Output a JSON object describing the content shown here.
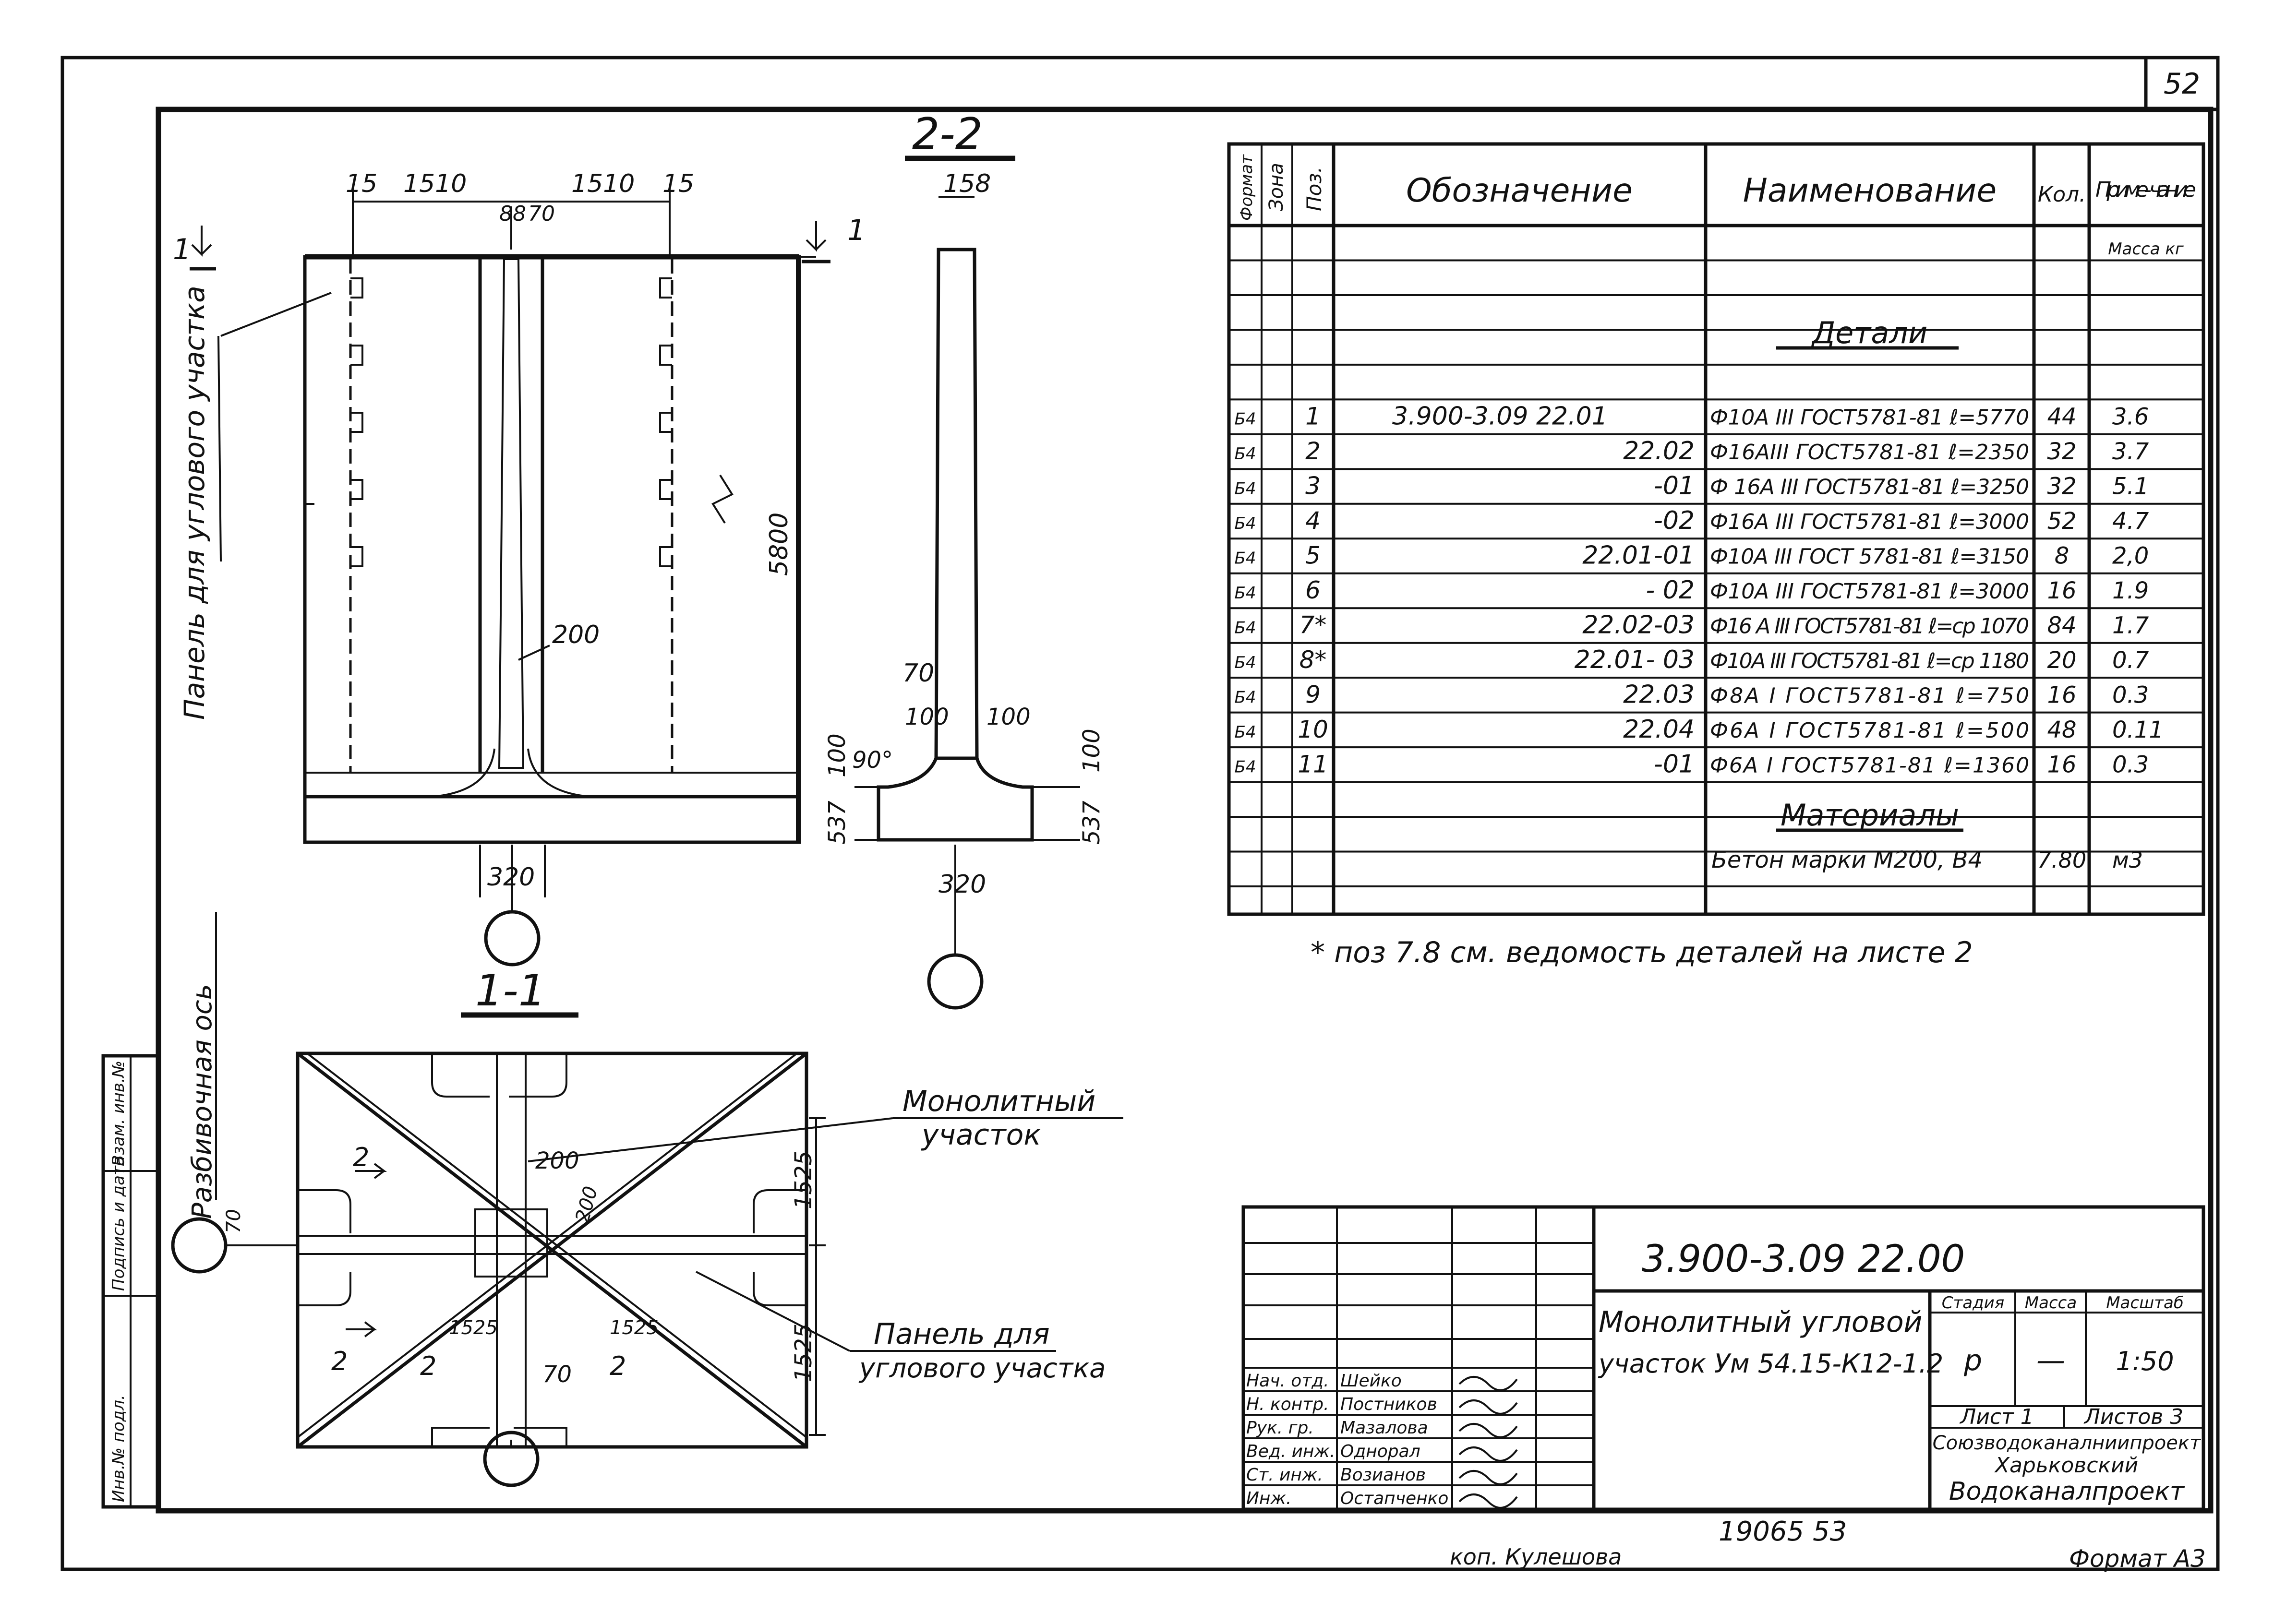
{
  "sheet": {
    "sheet_no": "52",
    "archive_no": "19065   53",
    "copied_by": "коп. Кулешова",
    "format": "Формат А3"
  },
  "side_stamp": {
    "inv_no": "Инв.№ подл.",
    "sign_date": "Подпись и дата",
    "replace_inv": "Взам. инв.№"
  },
  "drawing": {
    "section_1_1": "1-1",
    "section_2_2": "2-2",
    "cut_marker_1": "1",
    "cut_marker_2": "2",
    "panel_label": "Панель для углового участка",
    "panel_label_line1": "Панель для",
    "panel_label_line2": "углового участка",
    "axis_label": "Разбивочная ось",
    "monolith_label_line1": "Монолитный",
    "monolith_label_line2": "участок",
    "dims": {
      "d15a": "15",
      "d1510a": "1510",
      "d1510b": "1510",
      "d15b": "15",
      "d88": "88",
      "d70a": "70",
      "d5800": "5800",
      "d200a": "200",
      "d320a": "320",
      "d537a": "537",
      "d100a": "100",
      "d158": "158",
      "d70b": "70",
      "d100b": "100",
      "d100c": "100",
      "d90": "90°",
      "d100d": "100",
      "d537b": "537",
      "d320b": "320",
      "d200b": "200",
      "d200c": "200",
      "d1525a": "1525",
      "d1525b": "1525",
      "d1525c": "1525",
      "d1525d": "1525",
      "d70c": "70",
      "d70d": "70"
    }
  },
  "spec_table": {
    "headers": {
      "format": "Формат",
      "zone": "Зона",
      "pos": "Поз.",
      "designation": "Обозначение",
      "name": "Наименование",
      "qty": "Кол.",
      "note": "Приме- чание",
      "note_unit": "Масса кг"
    },
    "section_details": "Детали",
    "section_materials": "Материалы",
    "rows": [
      {
        "fmt": "Б4",
        "pos": "1",
        "designation": "3.900-3.09  22.01",
        "name": "Ф10А III ГОСТ5781-81 ℓ=5770",
        "qty": "44",
        "note": "3.6"
      },
      {
        "fmt": "Б4",
        "pos": "2",
        "designation": "22.02",
        "name": "Ф16АIII ГОСТ5781-81 ℓ=2350",
        "qty": "32",
        "note": "3.7"
      },
      {
        "fmt": "Б4",
        "pos": "3",
        "designation": "-01",
        "name": "Ф 16А III ГОСТ5781-81 ℓ=3250",
        "qty": "32",
        "note": "5.1"
      },
      {
        "fmt": "Б4",
        "pos": "4",
        "designation": "-02",
        "name": "Ф16А III ГОСТ5781-81 ℓ=3000",
        "qty": "52",
        "note": "4.7"
      },
      {
        "fmt": "Б4",
        "pos": "5",
        "designation": "22.01-01",
        "name": "Ф10А III ГОСТ 5781-81 ℓ=3150",
        "qty": "8",
        "note": "2,0"
      },
      {
        "fmt": "Б4",
        "pos": "6",
        "designation": "- 02",
        "name": "Ф10А III ГОСТ5781-81 ℓ=3000",
        "qty": "16",
        "note": "1.9"
      },
      {
        "fmt": "Б4",
        "pos": "7*",
        "designation": "22.02-03",
        "name": "Ф16 А III ГОСТ5781-81 ℓ=ср 1070",
        "qty": "84",
        "note": "1.7"
      },
      {
        "fmt": "Б4",
        "pos": "8*",
        "designation": "22.01- 03",
        "name": "Ф10А III ГОСТ5781-81 ℓ=ср 1180",
        "qty": "20",
        "note": "0.7"
      },
      {
        "fmt": "Б4",
        "pos": "9",
        "designation": "22.03",
        "name": "Ф8А I ГОСТ5781-81 ℓ=750",
        "qty": "16",
        "note": "0.3"
      },
      {
        "fmt": "Б4",
        "pos": "10",
        "designation": "22.04",
        "name": "Ф6А I ГОСТ5781-81 ℓ=500",
        "qty": "48",
        "note": "0.11"
      },
      {
        "fmt": "Б4",
        "pos": "11",
        "designation": "-01",
        "name": "Ф6А I ГОСТ5781-81 ℓ=1360",
        "qty": "16",
        "note": "0.3"
      }
    ],
    "material_row": {
      "name": "Бетон марки М200, В4",
      "qty": "7.80",
      "note": "м3"
    },
    "footnote": "* поз 7.8 см. ведомость деталей на листе 2"
  },
  "title_block": {
    "code": "3.900-3.09  22.00",
    "title_line1": "Монолитный угловой",
    "title_line2": "участок Ум 54.15-К12-1.2",
    "stage_label": "Стадия",
    "mass_label": "Масса",
    "scale_label": "Масштаб",
    "stage": "р",
    "mass": "—",
    "scale": "1:50",
    "sheet": "Лист 1",
    "sheets": "Листов 3",
    "org_line1": "Союзводоканалниипроект",
    "org_line2": "Харьковский",
    "org_line3": "Водоканалпроект",
    "people": [
      {
        "role": "Нач. отд.",
        "name": "Шейко"
      },
      {
        "role": "Н. контр.",
        "name": "Постников"
      },
      {
        "role": "Рук. гр.",
        "name": "Мазалова"
      },
      {
        "role": "Вед. инж.",
        "name": "Однорал"
      },
      {
        "role": "Ст. инж.",
        "name": "Возианов"
      },
      {
        "role": "Инж.",
        "name": "Остапченко"
      }
    ]
  }
}
